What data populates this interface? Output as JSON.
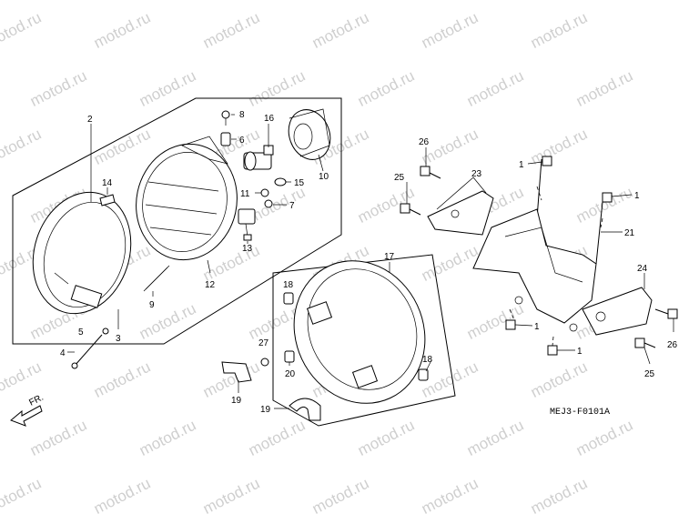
{
  "watermark": "motod.ru",
  "diagram_code": "MEJ3-F0101A",
  "front_label": "FR.",
  "callouts": {
    "c1a": "1",
    "c1b": "1",
    "c1c": "1",
    "c1d": "1",
    "c2": "2",
    "c3": "3",
    "c4": "4",
    "c5": "5",
    "c6": "6",
    "c7": "7",
    "c8": "8",
    "c9": "9",
    "c10": "10",
    "c11": "11",
    "c12": "12",
    "c13": "13",
    "c14": "14",
    "c15": "15",
    "c16": "16",
    "c17": "17",
    "c18a": "18",
    "c18b": "18",
    "c19a": "19",
    "c19b": "19",
    "c20": "20",
    "c21": "21",
    "c23": "23",
    "c24": "24",
    "c25a": "25",
    "c25b": "25",
    "c26a": "26",
    "c26b": "26",
    "c27": "27"
  }
}
